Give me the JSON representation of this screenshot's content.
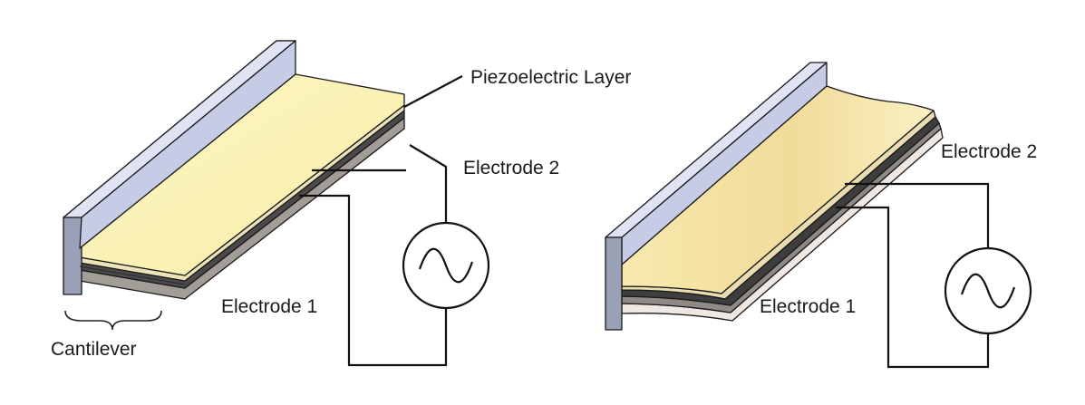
{
  "labels": {
    "piezo_layer": "Piezoelectric Layer",
    "left_electrode_2": "Electrode 2",
    "left_electrode_1": "Electrode 1",
    "cantilever": "Cantilever",
    "right_electrode_2": "Electrode 2",
    "right_electrode_1": "Electrode 1"
  },
  "colors": {
    "wall_front": "#9aa0b6",
    "wall_side": "#c3c9e6",
    "wall_top": "#d6dbef",
    "piezo_yellow": "#fbf3b2",
    "electrode_dark": "#3d3d3d",
    "substrate": "#8e8a86",
    "substrate_light": "#e9e2dc"
  },
  "icons": {
    "ac_source_left": "ac-source-icon",
    "ac_source_right": "ac-source-icon"
  }
}
